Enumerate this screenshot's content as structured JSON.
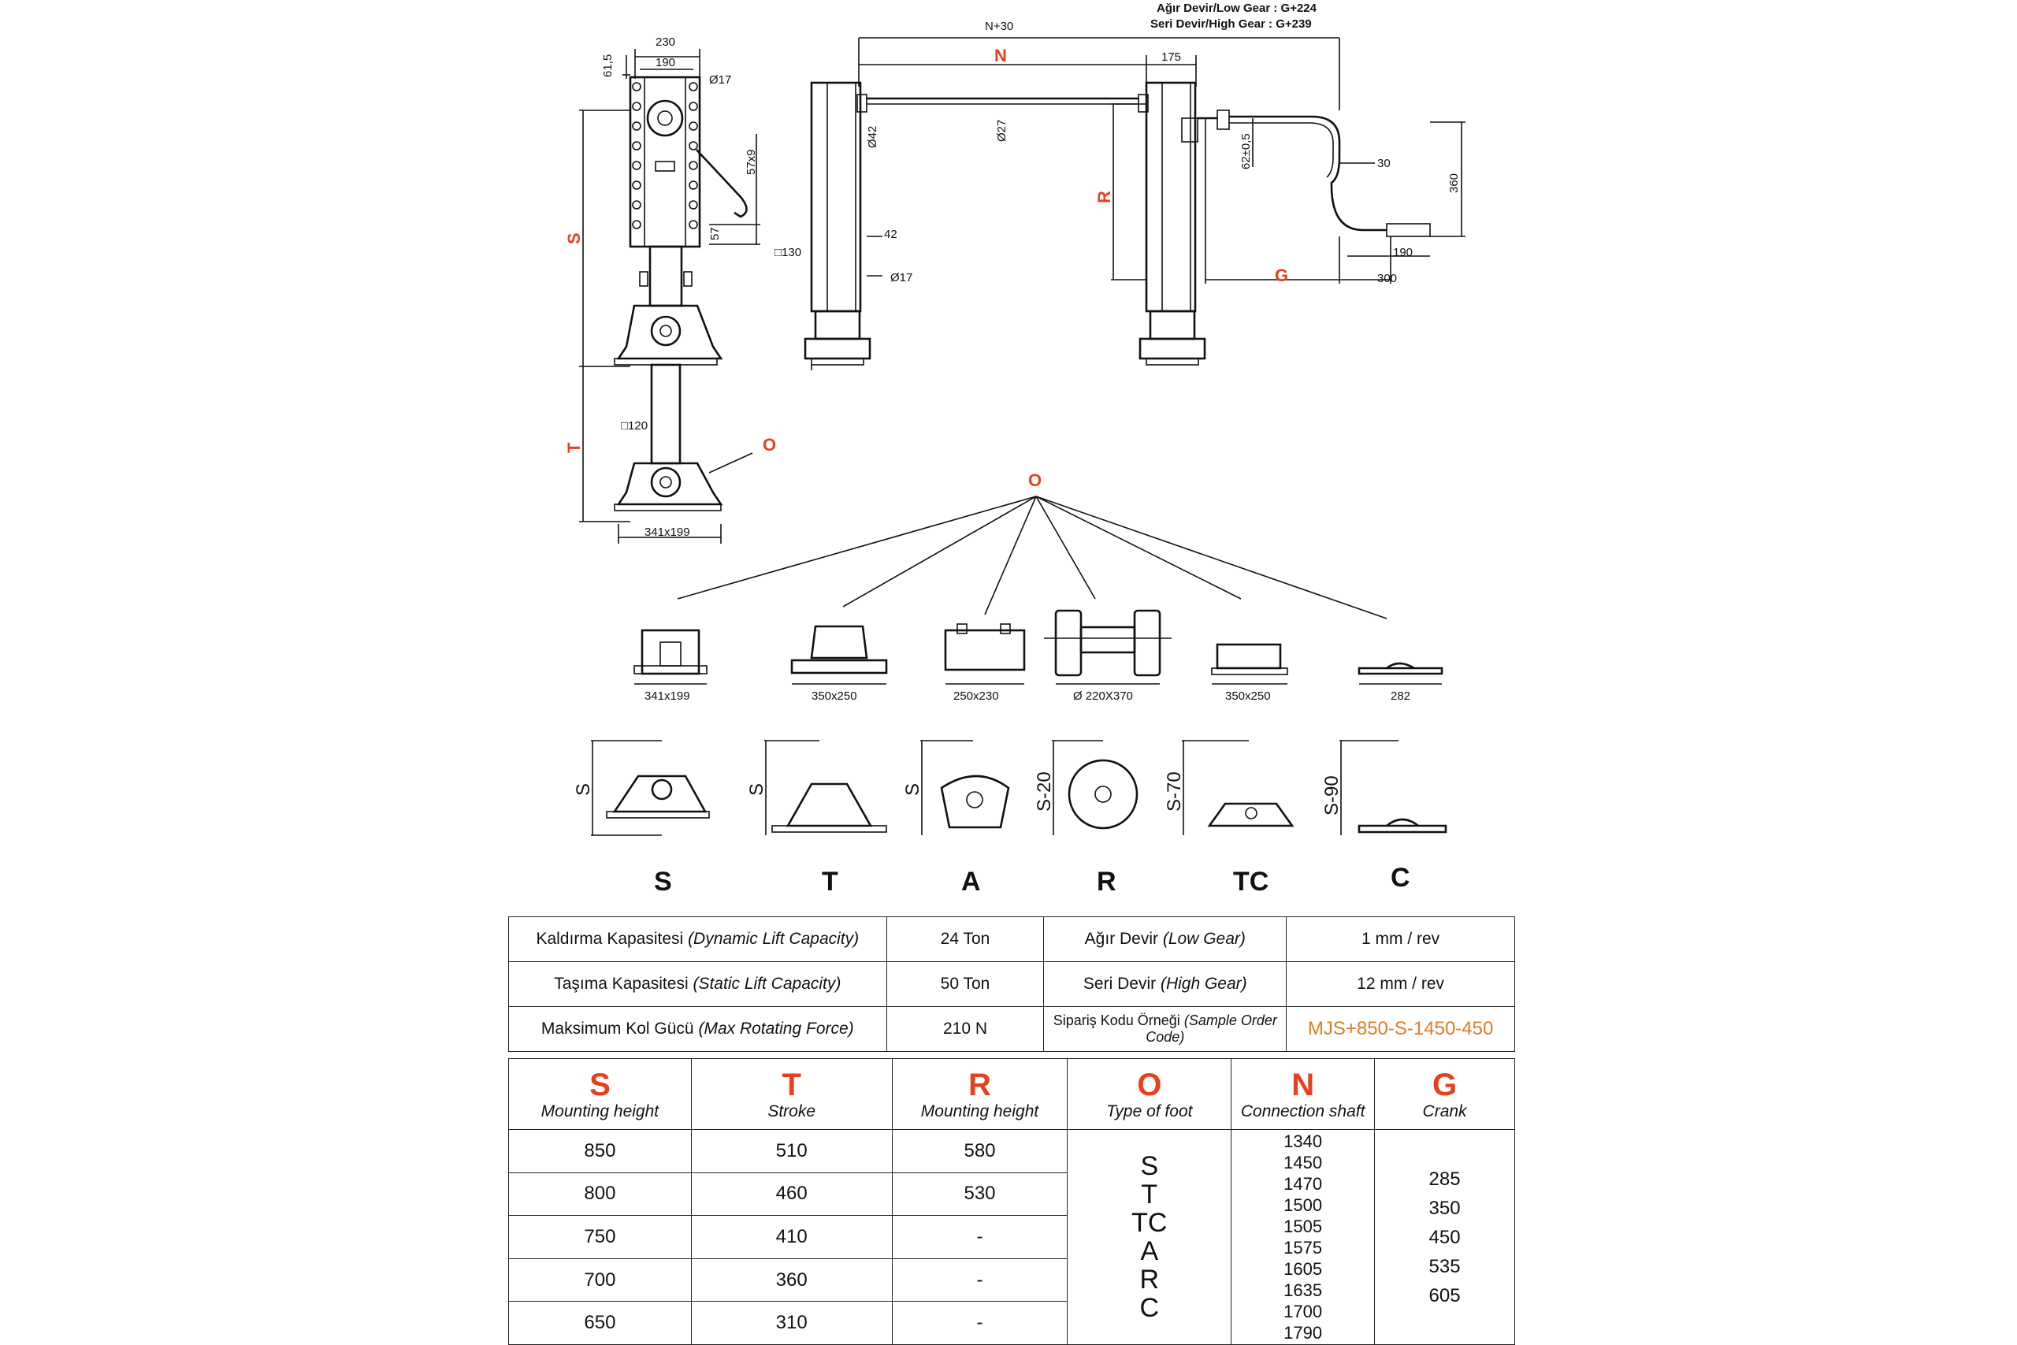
{
  "drawing": {
    "gear_low": "Ağır Devir/Low Gear : G+224",
    "gear_high": "Seri Devir/High Gear : G+239",
    "dims": {
      "w230": "230",
      "w190": "190",
      "h61_5": "61,5",
      "d17": "Ø17",
      "s57x9": "57x9",
      "s57": "57",
      "sq120": "□120",
      "foot341": "341x199",
      "n30": "N+30",
      "d42": "Ø42",
      "d27": "Ø27",
      "sq130": "□130",
      "n42": "42",
      "d17b": "Ø17",
      "w175": "175",
      "h62": "62±0,5",
      "r30": "30",
      "h360": "360",
      "w190b": "190",
      "w300": "300"
    },
    "letters": {
      "S": "S",
      "T": "T",
      "O": "O",
      "N": "N",
      "R": "R",
      "G": "G"
    }
  },
  "feet_row": {
    "pointer_label": "O",
    "sizes": [
      "341x199",
      "350x250",
      "250x230",
      "Ø 220X370",
      "350x250",
      "282"
    ],
    "side_labels": [
      "S",
      "S",
      "S",
      "S-20",
      "S-70",
      "S-90"
    ],
    "codes": [
      "S",
      "T",
      "A",
      "R",
      "TC",
      "C"
    ]
  },
  "spec_table": {
    "rows": [
      [
        "Kaldırma Kapasitesi",
        "(Dynamic Lift Capacity)",
        "24 Ton",
        "Ağır Devir",
        "(Low Gear)",
        "1 mm / rev"
      ],
      [
        "Taşıma Kapasitesi",
        "(Static Lift Capacity)",
        "50 Ton",
        "Seri Devir",
        "(High Gear)",
        "12 mm / rev"
      ],
      [
        "Maksimum Kol Gücü",
        "(Max Rotating Force)",
        "210 N",
        "Sipariş Kodu Örneği",
        "(Sample Order Code)",
        "MJS+850-S-1450-450"
      ]
    ]
  },
  "dims_table": {
    "headers": [
      {
        "letter": "S",
        "label": "Mounting height"
      },
      {
        "letter": "T",
        "label": "Stroke"
      },
      {
        "letter": "R",
        "label": "Mounting height"
      },
      {
        "letter": "O",
        "label": "Type of foot"
      },
      {
        "letter": "N",
        "label": "Connection shaft"
      },
      {
        "letter": "G",
        "label": "Crank"
      }
    ],
    "rows": [
      [
        "850",
        "510",
        "580"
      ],
      [
        "800",
        "460",
        "530"
      ],
      [
        "750",
        "410",
        "-"
      ],
      [
        "700",
        "360",
        "-"
      ],
      [
        "650",
        "310",
        "-"
      ]
    ],
    "foot_types": [
      "S",
      "T",
      "TC",
      "A",
      "R",
      "C"
    ],
    "shafts": [
      "1340",
      "1450",
      "1470",
      "1500",
      "1505",
      "1575",
      "1605",
      "1635",
      "1700",
      "1790"
    ],
    "cranks": [
      "285",
      "350",
      "450",
      "535",
      "605"
    ]
  },
  "colors": {
    "accent_red": "#e8401c",
    "order_orange": "#e07c1f"
  }
}
